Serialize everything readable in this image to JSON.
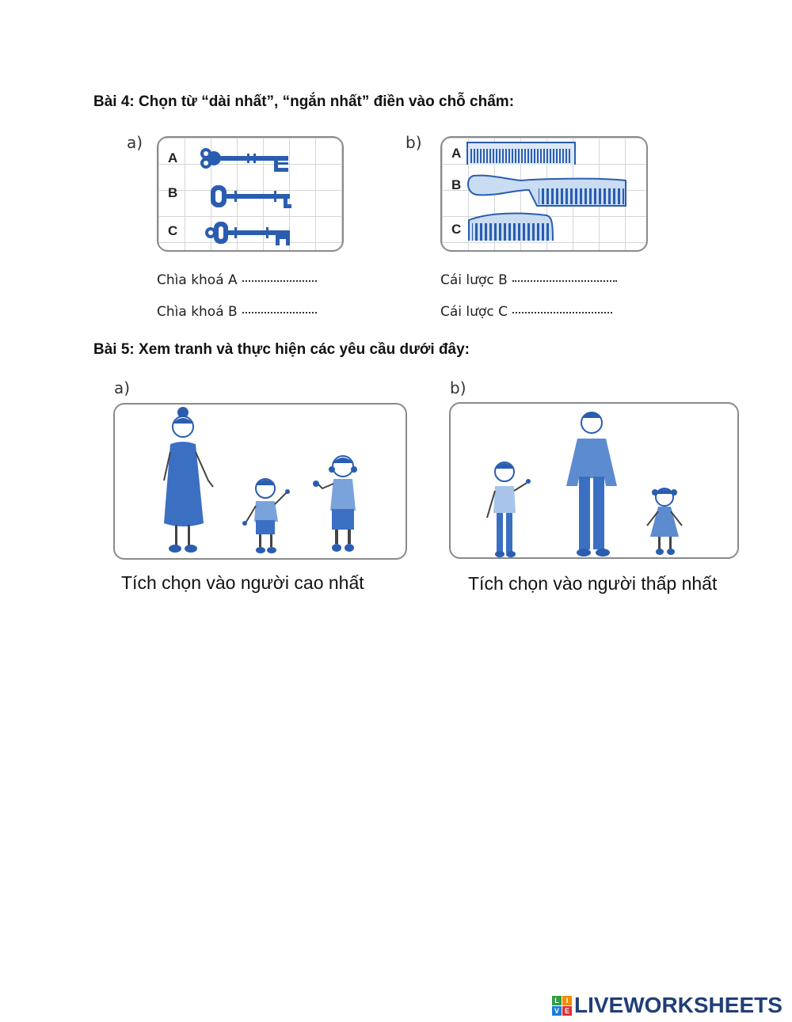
{
  "exercise4": {
    "title": "Bài 4: Chọn từ “dài nhất”, “ngắn nhất” điền vào chỗ chấm:",
    "part_a": {
      "label": "a)",
      "rows": [
        "A",
        "B",
        "C"
      ],
      "items": [
        "chìa khoá A",
        "chìa khoá B",
        "chìa khoá C"
      ],
      "questions": [
        {
          "prompt": "Chìa khoá A",
          "answer": ""
        },
        {
          "prompt": "Chìa khoá B",
          "answer": ""
        }
      ]
    },
    "part_b": {
      "label": "b)",
      "rows": [
        "A",
        "B",
        "C"
      ],
      "items": [
        "cái lược A",
        "cái lược B",
        "cái lược C"
      ],
      "questions": [
        {
          "prompt": "Cái lược B",
          "answer": ""
        },
        {
          "prompt": "Cái lược C",
          "answer": ""
        }
      ]
    }
  },
  "exercise5": {
    "title": "Bài 5: Xem tranh và thực hiện các yêu cầu dưới đây:",
    "part_a": {
      "label": "a)",
      "people": [
        "người mẹ",
        "bé trai",
        "bé gái"
      ],
      "caption": "Tích chọn vào người cao nhất"
    },
    "part_b": {
      "label": "b)",
      "people": [
        "bé trai",
        "người bố",
        "em bé gái"
      ],
      "caption": "Tích chọn vào người thấp nhất"
    }
  },
  "footer": {
    "logo_mark": [
      "L",
      "I",
      "V",
      "E"
    ],
    "logo_text": "LIVEWORKSHEETS",
    "colors": {
      "brand": "#1f3f78",
      "ink": "#2a5db0",
      "mark": [
        "#2f9e44",
        "#f08c00",
        "#1c7ed6",
        "#e03131"
      ]
    }
  }
}
